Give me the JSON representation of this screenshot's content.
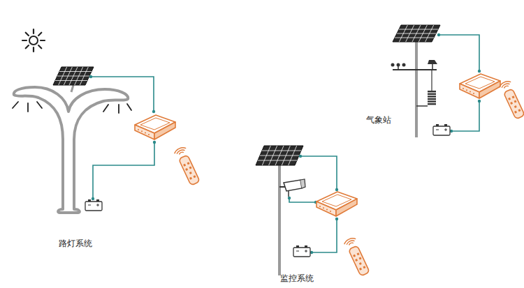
{
  "diagram": {
    "labels": [
      "路灯系统",
      "监控系统",
      "气象站"
    ]
  }
}
